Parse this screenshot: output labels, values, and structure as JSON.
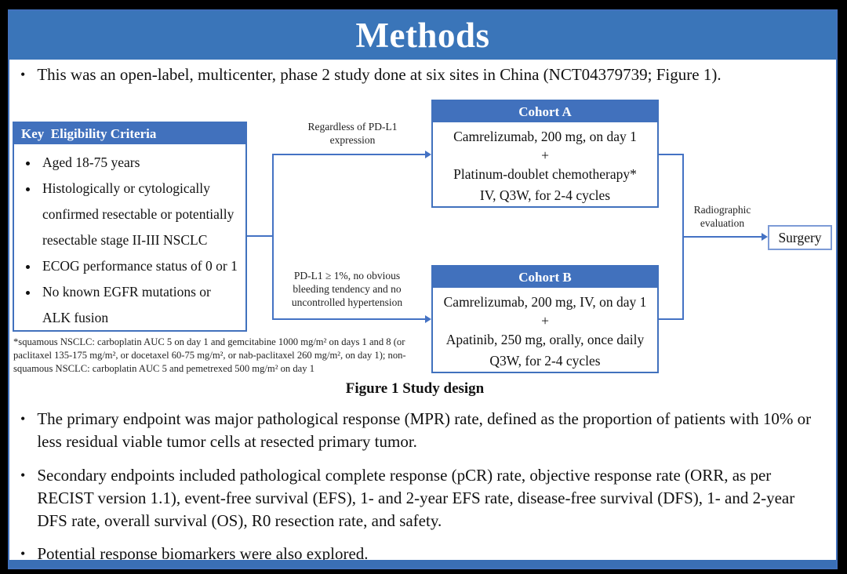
{
  "title": "Methods",
  "bullets": {
    "intro": "This was an open-label, multicenter, phase 2 study done at six sites in China (NCT04379739; Figure 1).",
    "primary": "The primary endpoint was major pathological response (MPR) rate, defined as the proportion of patients with 10% or less residual viable tumor cells at resected primary tumor.",
    "secondary": "Secondary endpoints included pathological complete response (pCR) rate, objective response rate (ORR, as per RECIST version 1.1), event-free survival (EFS), 1- and 2-year EFS rate, disease-free survival (DFS), 1- and 2-year DFS rate, overall survival (OS), R0 resection rate, and safety.",
    "biomarkers": "Potential response biomarkers were also explored.",
    "marker": "•"
  },
  "figure": {
    "caption": "Figure 1 Study design",
    "eligibility": {
      "header": "Key  Eligibility Criteria",
      "items": [
        "Aged 18-75 years",
        "Histologically or cytologically confirmed resectable or potentially resectable stage II-III NSCLC",
        "ECOG performance status of 0 or 1",
        "No known EGFR mutations or ALK fusion"
      ]
    },
    "cohort_a": {
      "header": "Cohort A",
      "lines": [
        "Camrelizumab, 200 mg, on day 1",
        "+",
        "Platinum-doublet chemotherapy*",
        "IV, Q3W, for 2-4 cycles"
      ]
    },
    "cohort_b": {
      "header": "Cohort B",
      "lines": [
        "Camrelizumab, 200 mg, IV, on day 1",
        "+",
        "Apatinib, 250 mg, orally, once daily",
        "Q3W, for 2-4 cycles"
      ]
    },
    "labels": {
      "arrow_a": "Regardless  of PD-L1\nexpression",
      "arrow_b": "PD-L1 ≥ 1%, no obvious\nbleeding tendency and no\nuncontrolled  hypertension",
      "radiographic": "Radiographic\nevaluation"
    },
    "surgery": "Surgery",
    "footnote": "*squamous NSCLC: carboplatin AUC 5 on day 1 and gemcitabine 1000 mg/m² on days 1 and 8 (or paclitaxel 135-175 mg/m², or docetaxel 60-75 mg/m², or nab-paclitaxel 260 mg/m², on day 1); non-squamous NSCLC: carboplatin AUC 5 and pemetrexed 500 mg/m² on day 1"
  },
  "colors": {
    "title_bar": "#3a75b9",
    "box_header": "#4171bd",
    "connector": "#4472c4",
    "surgery_border": "#7d9bd6"
  }
}
